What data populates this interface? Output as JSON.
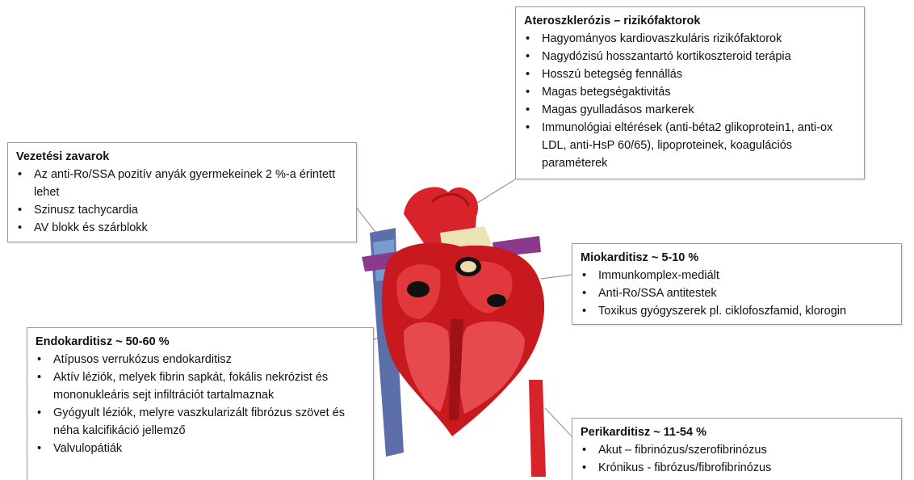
{
  "atherosclerosis": {
    "title": "Ateroszklerózis – rizikófaktorok",
    "items": [
      "Hagyományos kardiovaszkuláris rizikófaktorok",
      "Nagydózisú hosszantartó kortikoszteroid terápia",
      "Hosszú betegség fennállás",
      "Magas betegségaktivitás",
      "Magas gyulladásos markerek",
      "Immunológiai eltérések (anti-béta2 glikoprotein1, anti-ox LDL, anti-HsP 60/65), lipoproteinek, koagulációs paraméterek"
    ]
  },
  "conduction": {
    "title": "Vezetési zavarok",
    "items": [
      "Az anti-Ro/SSA pozitív anyák gyermekeinek 2 %-a érintett lehet",
      "Szinusz tachycardia",
      "AV blokk és szárblokk"
    ]
  },
  "myocarditis": {
    "title": "Miokarditisz ~ 5-10 %",
    "items": [
      "Immunkomplex-mediált",
      "Anti-Ro/SSA antitestek",
      "Toxikus gyógyszerek pl. ciklofoszfamid, klorogin"
    ]
  },
  "endocarditis": {
    "title": "Endokarditisz ~ 50-60 %",
    "items": [
      "Atípusos verrukózus endokarditisz",
      "Aktív léziók, melyek fibrin sapkát, fokális nekrózist és mononukleáris sejt infiltrációt tartalmaznak",
      "Gyógyult léziók, melyre vaszkularizált fibrózus szövet és néha kalcifikáció jellemző",
      "Valvulopátiák"
    ]
  },
  "pericarditis": {
    "title": "Perikarditisz ~ 11-54 %",
    "items": [
      "Akut – fibrinózus/szerofibrinózus",
      "Krónikus - fibrózus/fibrofibrinózus"
    ]
  }
}
